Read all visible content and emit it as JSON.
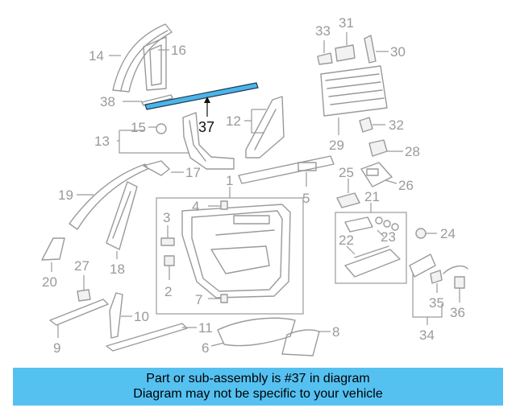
{
  "callouts": [
    "1",
    "2",
    "3",
    "4",
    "5",
    "6",
    "7",
    "8",
    "9",
    "10",
    "11",
    "12",
    "13",
    "14",
    "15",
    "16",
    "17",
    "18",
    "19",
    "20",
    "21",
    "22",
    "23",
    "24",
    "25",
    "26",
    "27",
    "28",
    "29",
    "30",
    "31",
    "32",
    "33",
    "34",
    "35",
    "36",
    "37",
    "38"
  ],
  "highlight_callout": "37",
  "colors": {
    "highlight_part": "#4db4e8",
    "banner": "#55c1f1",
    "line_art": "#9a9a9a"
  },
  "banner": {
    "line1": "Part or sub-assembly is #37 in diagram",
    "line2": "Diagram may not be specific to your vehicle"
  }
}
